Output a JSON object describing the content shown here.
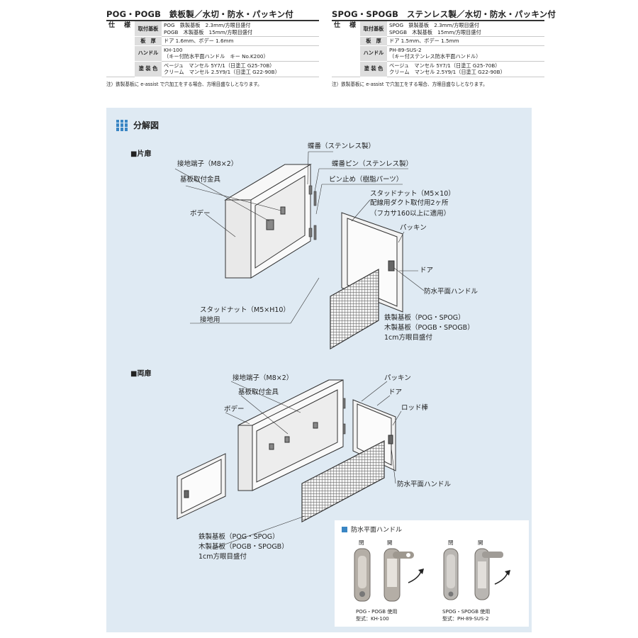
{
  "spec_left": {
    "title": "POG・POGB　鉄板製／水切・防水・パッキン付",
    "section": "仕　様",
    "rows": [
      {
        "label": "取付基板",
        "lines": [
          "POG　鉄製基板　2.3mm/方眼目盛付",
          "POGB　木製基板　15mm/方眼目盛付"
        ]
      },
      {
        "label": "板　厚",
        "lines": [
          "ドア 1.6mm、ボデー 1.6mm"
        ]
      },
      {
        "label": "ハンドル",
        "lines": [
          "KH-100",
          "（キー付防水平面ハンドル　キー No.K200）"
        ]
      },
      {
        "label": "塗 装 色",
        "lines": [
          "ベージュ　マンセル 5Y7/1（日塗工 G25-70B）",
          "クリーム　マンセル 2.5Y9/1（日塗工 G22-90B）"
        ]
      }
    ],
    "note": "注）鉄製基板に e-assist で穴加工をする場合、方眼目盛なしとなります。"
  },
  "spec_right": {
    "title": "SPOG・SPOGB　ステンレス製／水切・防水・パッキン付",
    "section": "仕　様",
    "rows": [
      {
        "label": "取付基板",
        "lines": [
          "SPOG　鉄製基板　2.3mm/方眼目盛付",
          "SPOGB　木製基板　15mm/方眼目盛付"
        ]
      },
      {
        "label": "板　厚",
        "lines": [
          "ドア 1.5mm、ボデー 1.5mm"
        ]
      },
      {
        "label": "ハンドル",
        "lines": [
          "PH-89-SUS-2",
          "（キー付ステンレス防水平面ハンドル）"
        ]
      },
      {
        "label": "塗 装 色",
        "lines": [
          "ベージュ　マンセル 5Y7/1（日塗工 G25-70B）",
          "クリーム　マンセル 2.5Y9/1（日塗工 G22-90B）"
        ]
      }
    ],
    "note": "注）鉄製基板に e-assist で穴加工をする場合、方眼目盛なしとなります。"
  },
  "panel": {
    "title": "分解図",
    "single": {
      "heading": "■片扉",
      "labels": {
        "hinge": "蝶番（ステンレス製）",
        "ground": "接地端子（M8×2）",
        "hinge_pin": "蝶番ピン（ステンレス製）",
        "bracket": "基板取付金具",
        "pin_stop": "ピン止め（樹脂パーツ）",
        "stud1": "スタッドナット（M5×10）",
        "stud2": "配線用ダクト取付用2ヶ所",
        "stud3": "（フカサ160以上に適用）",
        "body": "ボデー",
        "packing": "パッキン",
        "door": "ドア",
        "handle": "防水平面ハンドル",
        "stud_ground1": "スタッドナット（M5×H10）",
        "stud_ground2": "接地用",
        "plate1": "鉄製基板（POG・SPOG）",
        "plate2": "木製基板（POGB・SPOGB）",
        "plate3": "1cm方眼目盛付"
      }
    },
    "double": {
      "heading": "■両扉",
      "labels": {
        "ground": "接地端子（M8×2）",
        "packing": "パッキン",
        "bracket": "基板取付金具",
        "door": "ドア",
        "body": "ボデー",
        "rod": "ロッド棒",
        "handle": "防水平面ハンドル",
        "plate1": "鉄製基板（POG・SPOG）",
        "plate2": "木製基板（POGB・SPOGB）",
        "plate3": "1cm方眼目盛付"
      }
    },
    "inset": {
      "title": "防水平面ハンドル",
      "closed": "閉",
      "open": "開",
      "cap_left_1": "POG・POGB 使用",
      "cap_left_2": "型式：KH-100",
      "cap_right_1": "SPOG・SPOGB 使用",
      "cap_right_2": "型式：PH-89-SUS-2"
    }
  }
}
